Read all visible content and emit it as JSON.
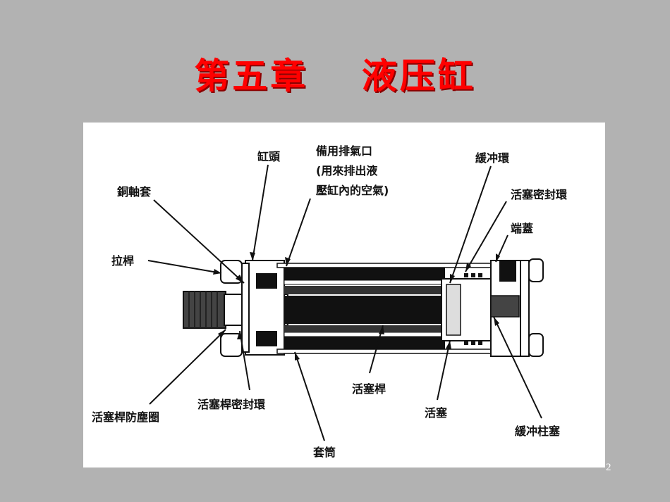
{
  "slide": {
    "title": "第五章　 液压缸",
    "page_number": "2"
  },
  "diagram": {
    "labels": {
      "cylinder_head": "缸頭",
      "spare_vent_line1": "備用排氣口",
      "spare_vent_line2": "(用來排出液",
      "spare_vent_line3": "壓缸內的空氣)",
      "cushion_ring": "緩冲環",
      "bronze_bushing": "銅軸套",
      "piston_seal_ring": "活塞密封環",
      "end_cap": "端蓋",
      "tie_rod": "拉桿",
      "rod_wiper": "活塞桿防塵圈",
      "rod_seal_ring": "活塞桿密封環",
      "barrel": "套筒",
      "piston_rod": "活塞桿",
      "piston": "活塞",
      "cushion_plunger": "緩冲柱塞"
    }
  },
  "colors": {
    "background": "#b2b2b2",
    "title": "#ff0000",
    "panel": "#ffffff",
    "ink": "#111111"
  }
}
